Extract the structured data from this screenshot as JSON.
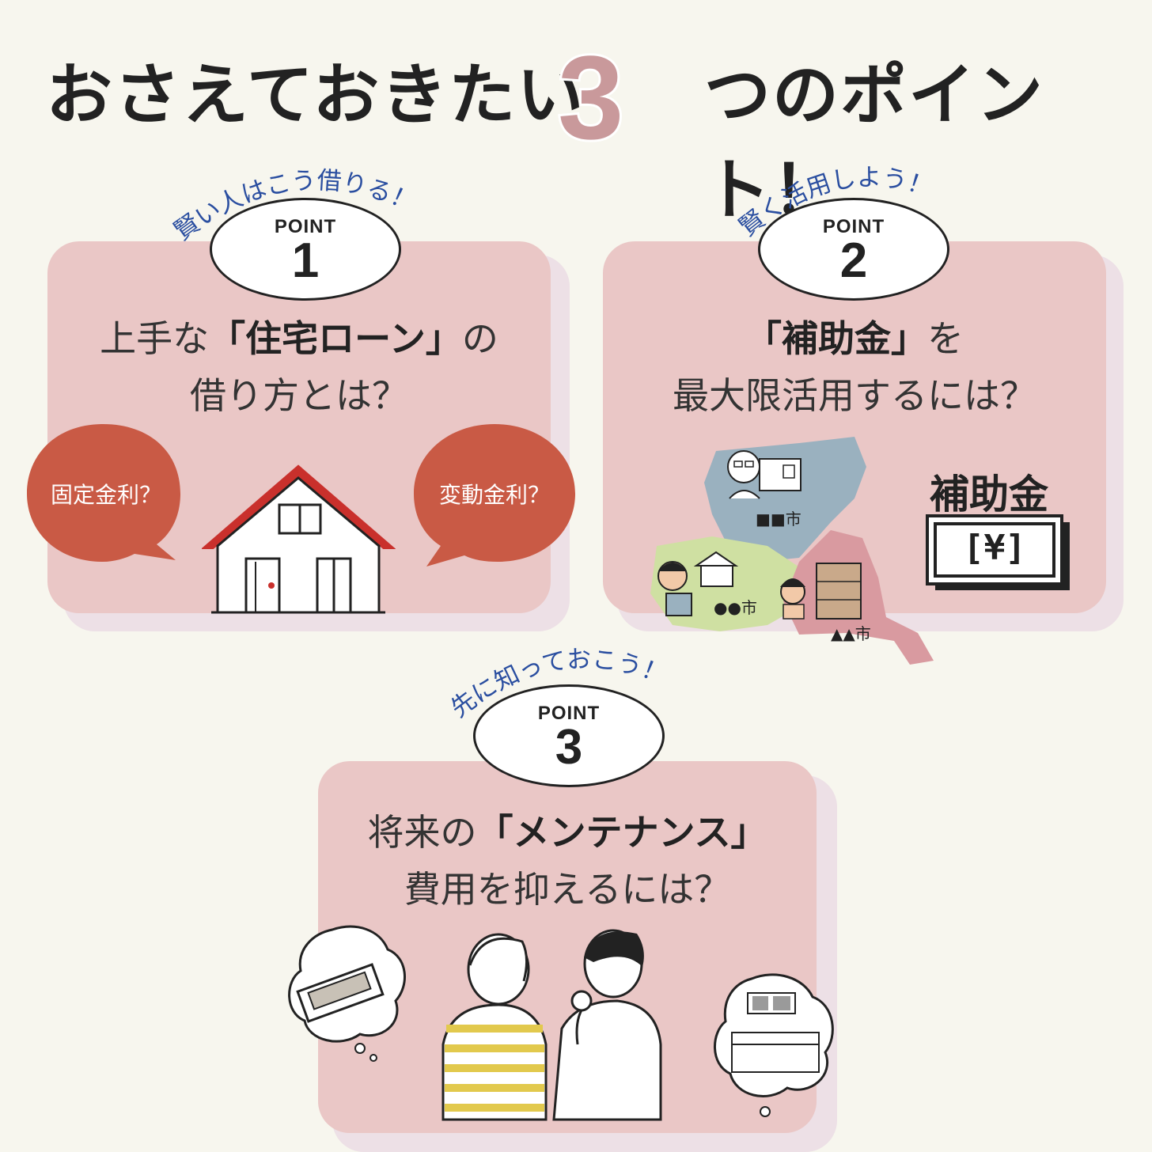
{
  "headline": {
    "left": "おさえておきたい",
    "number": "3",
    "right": "つのポイント！"
  },
  "points": [
    {
      "tagline": "賢い人はこう借りる！",
      "badge_label": "POINT",
      "badge_number": "1",
      "line1_pre": "上手な",
      "line1_bold": "「住宅ローン」",
      "line1_post": "の",
      "line2": "借り方とは？",
      "bubble_left": "固定金利？",
      "bubble_right": "変動金利？"
    },
    {
      "tagline": "賢く活用しよう！",
      "badge_label": "POINT",
      "badge_number": "2",
      "line1_bold": "「補助金」",
      "line1_post": "を",
      "line2": "最大限活用するには？",
      "city_a": "■■市",
      "city_b": "●●市",
      "city_c": "▲▲市",
      "subsidy_label": "補助金",
      "yen_card": "[¥]"
    },
    {
      "tagline": "先に知っておこう！",
      "badge_label": "POINT",
      "badge_number": "3",
      "line1_pre": "将来の",
      "line1_bold": "「メンテナンス」",
      "line2": "費用を抑えるには？"
    }
  ],
  "colors": {
    "background": "#f7f6ee",
    "card": "#eac7c6",
    "bubble": "#c95a45",
    "accent_number": "#c9999b",
    "tagline": "#2a4ea0",
    "roof": "#c9302c"
  }
}
